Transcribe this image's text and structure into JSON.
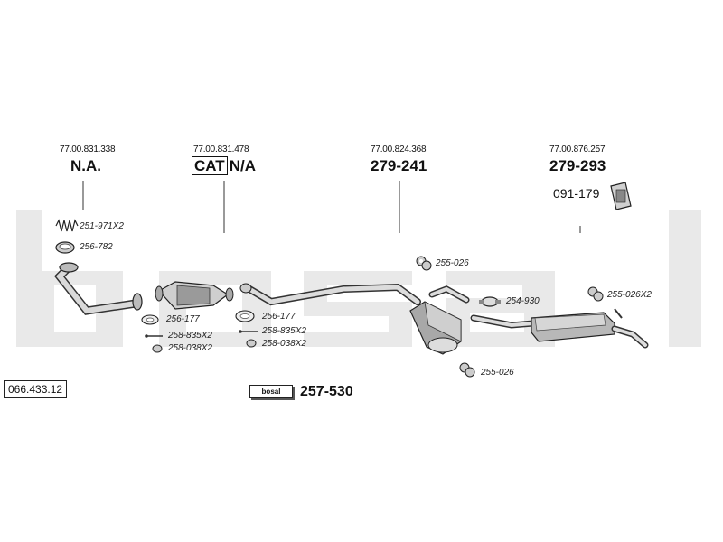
{
  "brand": {
    "watermark": "bosal",
    "badge": "bosal"
  },
  "diagram_code": "066.433.12",
  "columns": [
    {
      "oem": "77.00.831.338",
      "part": "N.A."
    },
    {
      "oem": "77.00.831.478",
      "cat_label": "CAT",
      "part": "N/A"
    },
    {
      "oem": "77.00.824.368",
      "part": "279-241"
    },
    {
      "oem": "77.00.876.257",
      "part": "279-293"
    }
  ],
  "extra_part": "091-179",
  "kit_part": "257-530",
  "labels": {
    "spring": "251-971X2",
    "ring": "256-782",
    "gasket_1": "256-177",
    "bolt_1": "258-835X2",
    "nut_1": "258-038X2",
    "gasket_2": "256-177",
    "bolt_2": "258-835X2",
    "nut_2": "258-038X2",
    "hanger_top": "255-026",
    "clamp": "254-930",
    "hanger_right": "255-026X2",
    "hanger_bottom": "255-026"
  }
}
